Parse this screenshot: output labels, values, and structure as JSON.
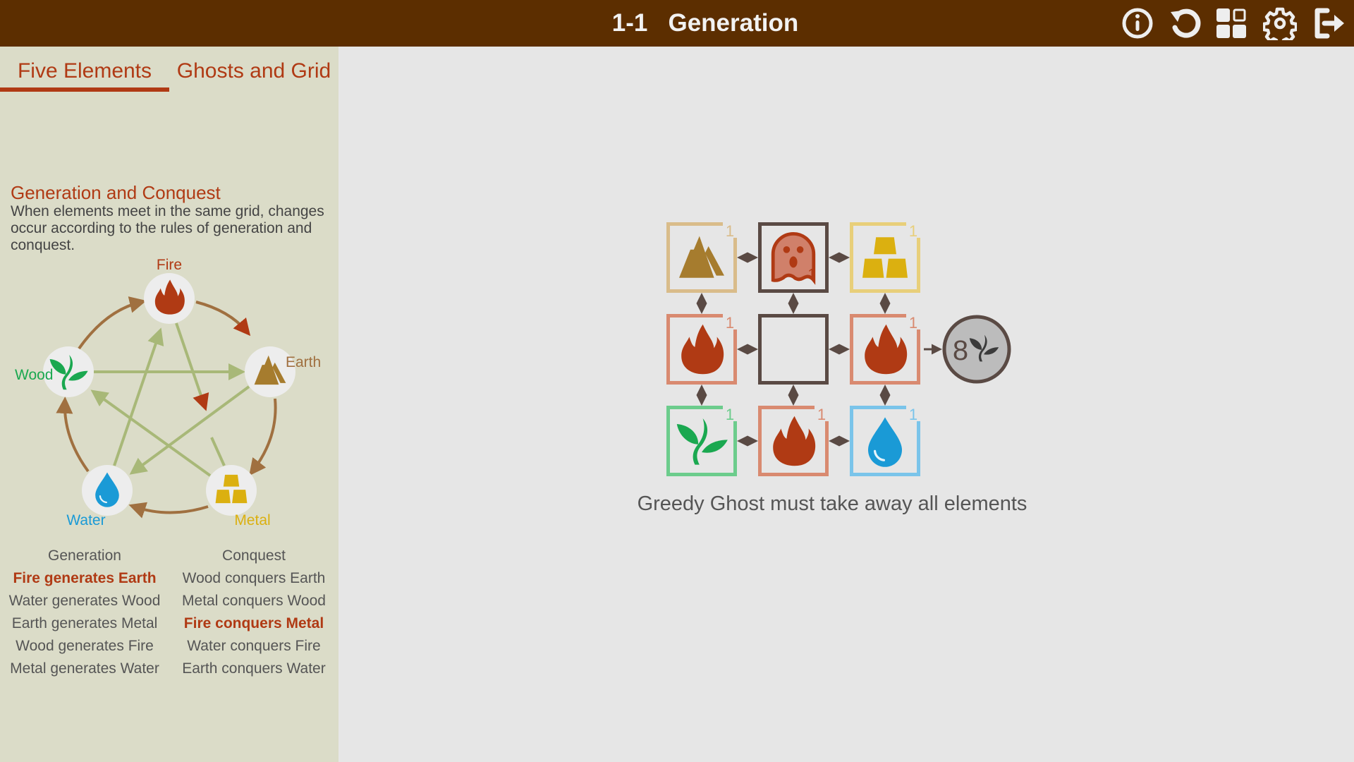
{
  "header": {
    "title": "1-1   Generation",
    "icons": [
      "info-icon",
      "restart-icon",
      "level-select-icon",
      "settings-icon",
      "exit-icon"
    ]
  },
  "tabs": [
    {
      "label": "Five Elements",
      "active": true
    },
    {
      "label": "Ghosts and Grid",
      "active": false
    }
  ],
  "panel": {
    "heading": "Generation and Conquest",
    "description": "When elements meet in the same grid, changes occur according to the rules of generation and conquest.",
    "diagram_labels": {
      "fire": "Fire",
      "earth": "Earth",
      "wood": "Wood",
      "water": "Water",
      "metal": "Metal"
    },
    "generation_header": "Generation",
    "conquest_header": "Conquest",
    "generation": [
      {
        "text": "Fire generates Earth",
        "highlight": true
      },
      {
        "text": "Water generates Wood",
        "highlight": false
      },
      {
        "text": "Earth generates Metal",
        "highlight": false
      },
      {
        "text": "Wood generates Fire",
        "highlight": false
      },
      {
        "text": "Metal generates Water",
        "highlight": false
      }
    ],
    "conquest": [
      {
        "text": "Wood conquers Earth",
        "highlight": false
      },
      {
        "text": "Metal conquers Wood",
        "highlight": false
      },
      {
        "text": "Fire conquers Metal",
        "highlight": true
      },
      {
        "text": "Water conquers Fire",
        "highlight": false
      },
      {
        "text": "Earth conquers Water",
        "highlight": false
      }
    ]
  },
  "board": {
    "cells": [
      [
        {
          "element": "earth",
          "count": "1"
        },
        {
          "element": "ghost",
          "count": "1"
        },
        {
          "element": "metal",
          "count": "1"
        }
      ],
      [
        {
          "element": "fire",
          "count": "1"
        },
        {
          "element": "empty",
          "count": ""
        },
        {
          "element": "fire",
          "count": "1"
        }
      ],
      [
        {
          "element": "wood",
          "count": "1"
        },
        {
          "element": "fire",
          "count": "1"
        },
        {
          "element": "water",
          "count": "1"
        }
      ]
    ],
    "goal": {
      "count": "8",
      "element": "wood"
    },
    "caption": "Greedy Ghost must take away all elements"
  },
  "colors": {
    "header": "#5c2e00",
    "accent": "#b03a14",
    "fire": "#b03a14",
    "earth": "#a67c2e",
    "metal": "#dbb010",
    "wood": "#1aa850",
    "water": "#1a9ad6",
    "ghost": "#d0806a"
  }
}
